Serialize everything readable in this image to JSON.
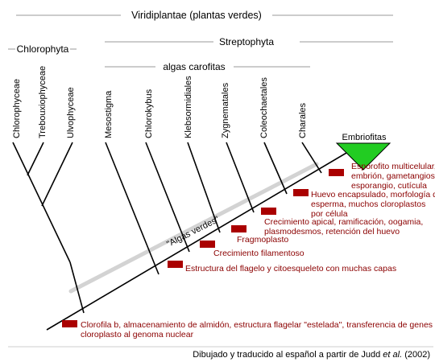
{
  "headers": {
    "viridiplantae": "Viridiplantae (plantas verdes)",
    "chlorophyta": "Chlorophyta",
    "streptophyta": "Streptophyta",
    "algas_carofitas": "algas   carofitas"
  },
  "taxa": [
    "Chlorophyceae",
    "Trebouxiophyceae",
    "Ulvophyceae",
    "Mesostigma",
    "Chlorokybus",
    "Klebsormidiales",
    "Zygnematales",
    "Coleochaetales",
    "Charales"
  ],
  "embriofitas": "Embriofitas",
  "algas_verdes": "\"Algas verdes\"",
  "characters": {
    "c1_line1": "Clorofila b, almacenamiento de almidón, estructura flagelar \"estelada\", transferencia de genes del",
    "c1_line2": "cloroplasto al genoma nuclear",
    "c2": "Estructura del flagelo y citoesqueleto con muchas capas",
    "c3": "Crecimiento filamentoso",
    "c4": "Fragmoplasto",
    "c5_line1": "Crecimiento apical, ramificación, oogamia,",
    "c5_line2": "plasmodesmos, retención del huevo",
    "c6_line1": "Huevo encapsulado, morfología del",
    "c6_line2": "esperma, muchos cloroplastos",
    "c6_line3": "por célula",
    "c7_line1": "Esporofito multicelular,",
    "c7_line2": "embrión, gametangios,",
    "c7_line3": "esporangio, cutícula"
  },
  "footer": {
    "prefix": "Dibujado y traducido al español a partir de Judd ",
    "etal": "et al.",
    "suffix": " (2002)"
  },
  "colors": {
    "marker": "#aa0000",
    "character_text": "#8b0000",
    "triangle": "#22cc22",
    "rule_gray": "#9a9a9a",
    "paraphyly_band": "#d3d3d3"
  }
}
